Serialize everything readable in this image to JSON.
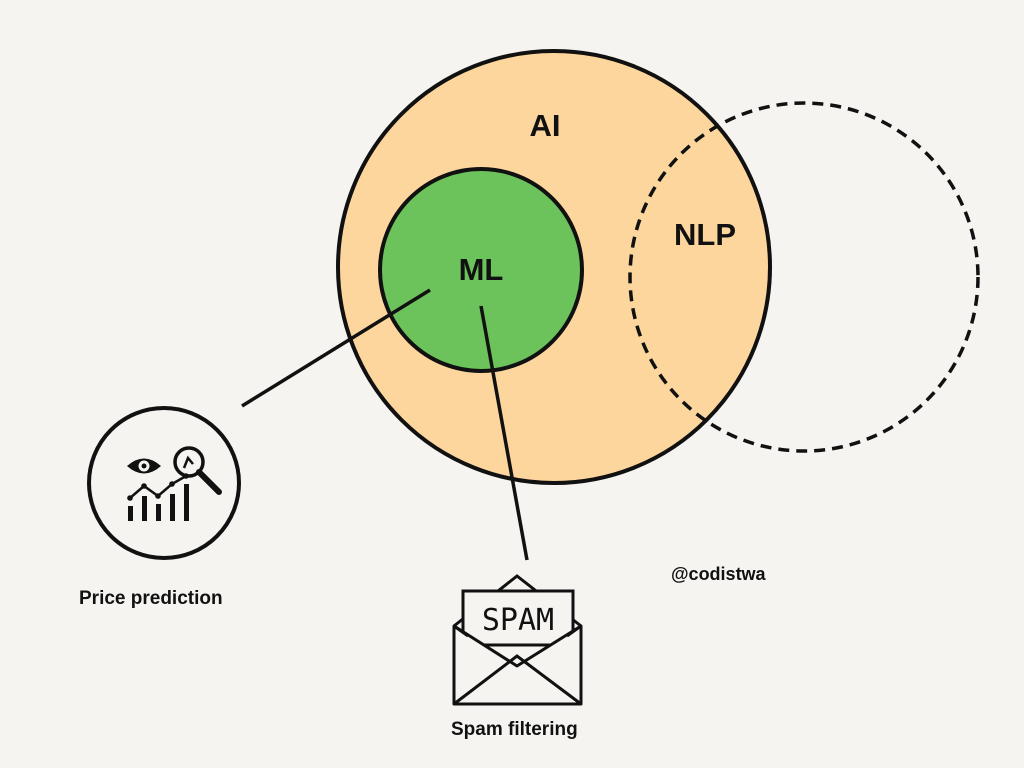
{
  "labels": {
    "ai": "AI",
    "ml": "ML",
    "nlp": "NLP",
    "spam_envelope_text": "SPAM"
  },
  "captions": {
    "price_prediction": "Price prediction",
    "spam_filtering": "Spam filtering",
    "handle": "@codistwa"
  },
  "colors": {
    "background": "#f5f4f0",
    "ai_fill": "#fdd69d",
    "ml_fill": "#6cc35c",
    "stroke": "#111111",
    "icon_fill": "#f5f4f0"
  },
  "icons": {
    "price_prediction": "eye-magnifier-chart-icon",
    "spam_filtering": "spam-envelope-icon"
  }
}
